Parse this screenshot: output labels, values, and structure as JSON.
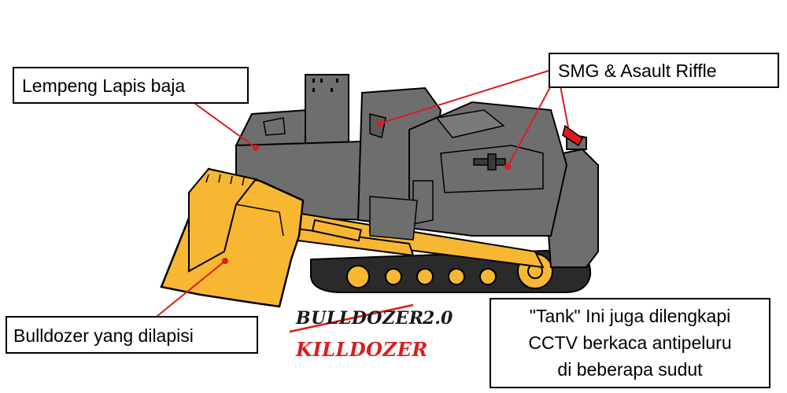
{
  "callouts": {
    "armor": "Lempeng Lapis baja",
    "guns": "SMG & Asault Riffle",
    "dozer": "Bulldozer yang dilapisi",
    "cctv": [
      "\"Tank\" Ini juga dilengkapi",
      "CCTV berkaca antipeluru",
      "di beberapa sudut"
    ]
  },
  "titles": {
    "old": "BULLDOZER",
    "version": "2.0",
    "new": "KILLDOZER"
  },
  "colors": {
    "armor_gray": "#6e6e6e",
    "blade_yellow": "#f7b733",
    "leader_red": "#d91e1e",
    "outline": "#000000"
  }
}
